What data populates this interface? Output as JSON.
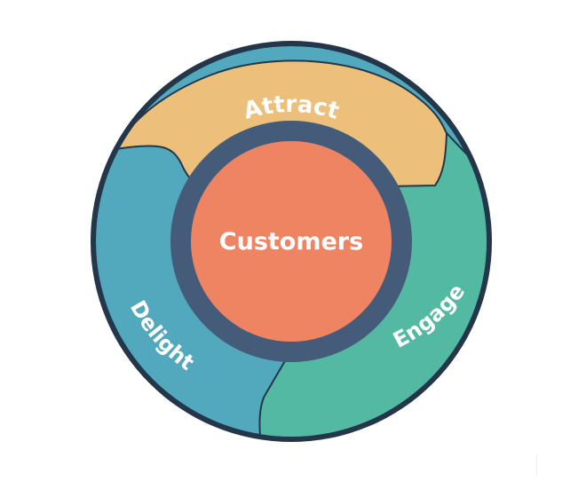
{
  "diagram": {
    "segments": [
      {
        "name": "attract",
        "label": "Attract"
      },
      {
        "name": "engage",
        "label": "Engage"
      },
      {
        "name": "delight",
        "label": "Delight"
      }
    ],
    "center": {
      "label": "Customers"
    }
  },
  "colors": {
    "outer_ring": "#24364a",
    "attract": "#ecc07a",
    "engage": "#54b9a2",
    "delight": "#52a8bd",
    "inner_ring": "#455b7a",
    "center": "#ef8463",
    "text": "#ffffff"
  }
}
